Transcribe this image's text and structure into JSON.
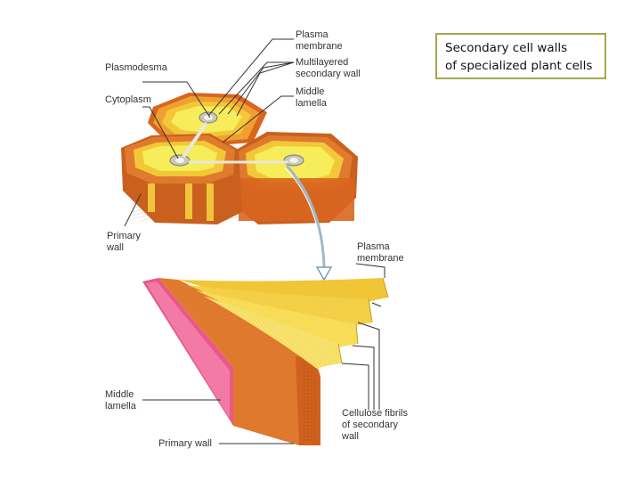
{
  "caption": {
    "line1": "Secondary cell walls",
    "line2": "of specialized plant cells"
  },
  "labels": {
    "plasma_membrane_top": [
      "Plasma",
      "membrane"
    ],
    "multilayered_secondary_wall": [
      "Multilayered",
      "secondary wall"
    ],
    "middle_lamella_top": [
      "Middle",
      "lamella"
    ],
    "plasmodesma": "Plasmodesma",
    "cytoplasm": "Cytoplasm",
    "primary_wall_top": [
      "Primary",
      "wall"
    ],
    "plasma_membrane_bottom": [
      "Plasma",
      "membrane"
    ],
    "middle_lamella_bottom": [
      "Middle",
      "lamella"
    ],
    "primary_wall_bottom": "Primary wall",
    "cellulose_fibrils": [
      "Cellulose fibrils",
      "of secondary",
      "wall"
    ]
  },
  "colors": {
    "outer_wall": "#e07a2e",
    "outer_wall_dark": "#c9601e",
    "secondary_wall": "#f2c838",
    "cytoplasm": "#f7ec5a",
    "middle_lamella": "#e8588a",
    "caption_border": "#a4a84a",
    "leader_line": "#333333"
  }
}
